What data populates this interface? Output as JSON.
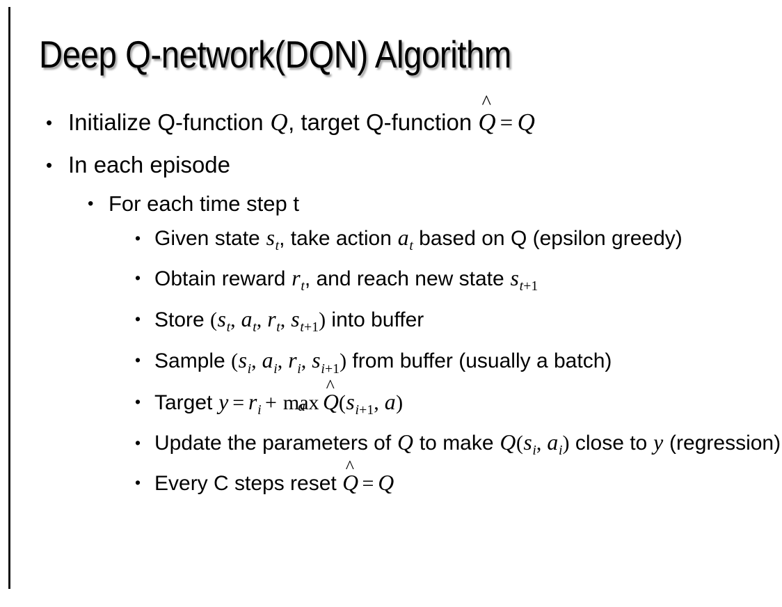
{
  "slide": {
    "title": "Deep Q-network(DQN) Algorithm",
    "background_color": "#ffffff",
    "text_color": "#000000",
    "rule_color": "#111111",
    "title_shadow_color": "#5a5a5a"
  },
  "bullets": {
    "b1": {
      "level": 1,
      "marker": "•",
      "pre": "Initialize Q-function ",
      "var_q1": "Q",
      "mid": ", target Q-function ",
      "qhat": "Q",
      "hat": "^",
      "eq": "=",
      "var_q2": "Q"
    },
    "b2": {
      "level": 1,
      "marker": "•",
      "text": "In each episode"
    },
    "b3": {
      "level": 2,
      "marker": "•",
      "text": "For each time step t"
    },
    "b4": {
      "level": 3,
      "marker": "•",
      "pre": "Given state ",
      "s": "s",
      "s_sub": "t",
      "mid": ", take action ",
      "a": "a",
      "a_sub": "t",
      "post": " based on Q (epsilon greedy)"
    },
    "b5": {
      "level": 3,
      "marker": "•",
      "pre": "Obtain reward ",
      "r": "r",
      "r_sub": "t",
      "mid": ", and reach new state ",
      "s": "s",
      "s_sub_var": "t",
      "s_sub_num": "+1"
    },
    "b6": {
      "level": 3,
      "marker": "•",
      "pre": "Store ",
      "open": "(",
      "s1": "s",
      "s1_sub": "t",
      "sep1": ", ",
      "a1": "a",
      "a1_sub": "t",
      "sep2": ", ",
      "r1": "r",
      "r1_sub": "t",
      "sep3": ", ",
      "s2": "s",
      "s2_sub_var": "t",
      "s2_sub_num": "+1",
      "close": ")",
      "post": " into buffer"
    },
    "b7": {
      "level": 3,
      "marker": "•",
      "pre": "Sample ",
      "open": "(",
      "s1": "s",
      "s1_sub": "i",
      "sep1": ", ",
      "a1": "a",
      "a1_sub": "i",
      "sep2": ", ",
      "r1": "r",
      "r1_sub": "i",
      "sep3": ", ",
      "s2": "s",
      "s2_sub_var": "i",
      "s2_sub_num": "+1",
      "close": ")",
      "post": " from buffer (usually a batch)"
    },
    "b8": {
      "level": 3,
      "marker": "•",
      "pre": "Target ",
      "y": "y",
      "eq": "=",
      "r": "r",
      "r_sub": "i",
      "plus": "+",
      "max": "max",
      "max_sub": "a",
      "qhat": "Q",
      "hat": "^",
      "open": "(",
      "s": "s",
      "s_sub_var": "i",
      "s_sub_num": "+1",
      "comma": ", ",
      "a": "a",
      "close": ")"
    },
    "b9": {
      "level": 3,
      "marker": "•",
      "pre": "Update the parameters of ",
      "q1": "Q",
      "mid": " to make ",
      "q2": "Q",
      "open": "(",
      "s": "s",
      "s_sub": "i",
      "comma": ", ",
      "a": "a",
      "a_sub": "i",
      "close": ")",
      "post": " close to ",
      "y": "y",
      "tail": " (regression)"
    },
    "b10": {
      "level": 3,
      "marker": "•",
      "pre": "Every C steps reset ",
      "qhat": "Q",
      "hat": "^",
      "eq": "=",
      "q": "Q"
    }
  }
}
